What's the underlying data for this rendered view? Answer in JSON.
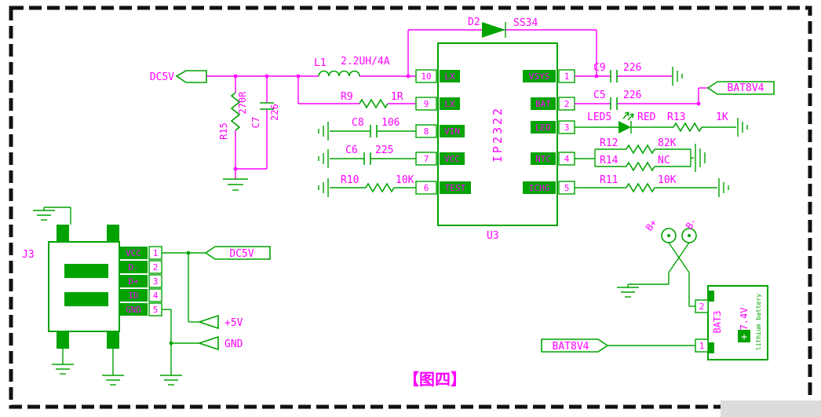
{
  "figure": {
    "caption": "【图四】"
  },
  "nets": {
    "dc5v_top": "DC5V",
    "bat8v4_right": "BAT8V4",
    "bat8v4_bottom": "BAT8V4",
    "dc5v_usb": "DC5V",
    "plus5v": "+5V",
    "gnd": "GND"
  },
  "ic": {
    "name": "IP2322",
    "ref": "U3",
    "left_pins": [
      {
        "num": "10",
        "label": "LX"
      },
      {
        "num": "9",
        "label": "LX"
      },
      {
        "num": "8",
        "label": "VIN"
      },
      {
        "num": "7",
        "label": "VCC"
      },
      {
        "num": "6",
        "label": "TEST"
      }
    ],
    "right_pins": [
      {
        "num": "1",
        "label": "VSYS"
      },
      {
        "num": "2",
        "label": "BAT"
      },
      {
        "num": "3",
        "label": "LED"
      },
      {
        "num": "4",
        "label": "NTC"
      },
      {
        "num": "5",
        "label": "ICHG"
      }
    ]
  },
  "components": {
    "L1": {
      "ref": "L1",
      "value": "2.2UH/4A"
    },
    "D2": {
      "ref": "D2",
      "value": "SS34"
    },
    "R15": {
      "ref": "R15",
      "value": "270R"
    },
    "C7": {
      "ref": "C7",
      "value": "226"
    },
    "R9": {
      "ref": "R9",
      "value": "1R"
    },
    "C8": {
      "ref": "C8",
      "value": "106"
    },
    "C6": {
      "ref": "C6",
      "value": "225"
    },
    "R10": {
      "ref": "R10",
      "value": "10K"
    },
    "C9": {
      "ref": "C9",
      "value": "226"
    },
    "C5": {
      "ref": "C5",
      "value": "226"
    },
    "LED5": {
      "ref": "LED5",
      "value": "RED"
    },
    "R13": {
      "ref": "R13",
      "value": "1K"
    },
    "R12": {
      "ref": "R12",
      "value": "82K"
    },
    "R14": {
      "ref": "R14",
      "value": "NC"
    },
    "R11": {
      "ref": "R11",
      "value": "10K"
    }
  },
  "usb": {
    "ref": "J3",
    "pins": [
      {
        "num": "1",
        "label": "VCC"
      },
      {
        "num": "2",
        "label": "D-"
      },
      {
        "num": "3",
        "label": "D+"
      },
      {
        "num": "4",
        "label": "ID"
      },
      {
        "num": "5",
        "label": "GND"
      }
    ]
  },
  "battery": {
    "ref": "BAT3",
    "terminal_plus": "B+",
    "terminal_minus": "B-",
    "voltage": "7.4V",
    "chemistry": "lithium battery",
    "plus_mark": "+",
    "pin_top": "2",
    "pin_bottom": "1"
  }
}
